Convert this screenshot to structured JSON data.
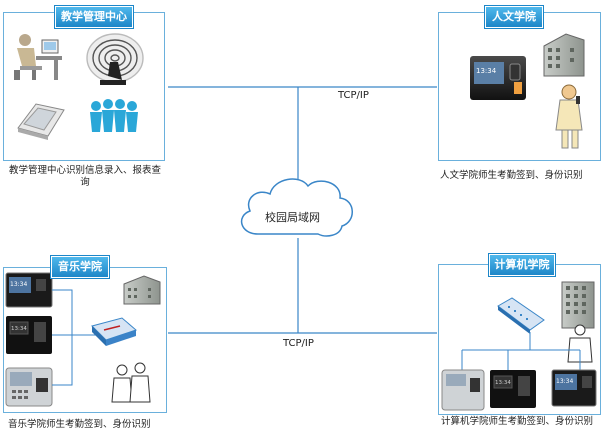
{
  "nodes": {
    "teaching_center": {
      "title": "教学管理中心",
      "caption": "教学管理中心识别信息录入、报表查询"
    },
    "humanities": {
      "title": "人文学院",
      "caption": "人文学院师生考勤签到、身份识别"
    },
    "music": {
      "title": "音乐学院",
      "caption": "音乐学院师生考勤签到、身份识别"
    },
    "computer": {
      "title": "计算机学院",
      "caption": "计算机学院师生考勤签到、身份识别"
    }
  },
  "network": {
    "cloud_label": "校园局域网",
    "link_label_top": "TCP/IP",
    "link_label_bottom": "TCP/IP"
  },
  "device_screen_text": "13:34",
  "colors": {
    "frame": "#6ab0dc",
    "link": "#3a86c8",
    "tag": "#1d86c8",
    "cloud_stroke": "#3a86c8"
  },
  "icons": [
    "worker-at-computer-icon",
    "fingerprint-icon",
    "card-reader-icon",
    "people-group-icon",
    "attendance-terminal-icon",
    "building-icon",
    "person-phone-icon",
    "network-switch-icon",
    "business-people-icon",
    "tower-building-icon",
    "businessman-icon"
  ]
}
